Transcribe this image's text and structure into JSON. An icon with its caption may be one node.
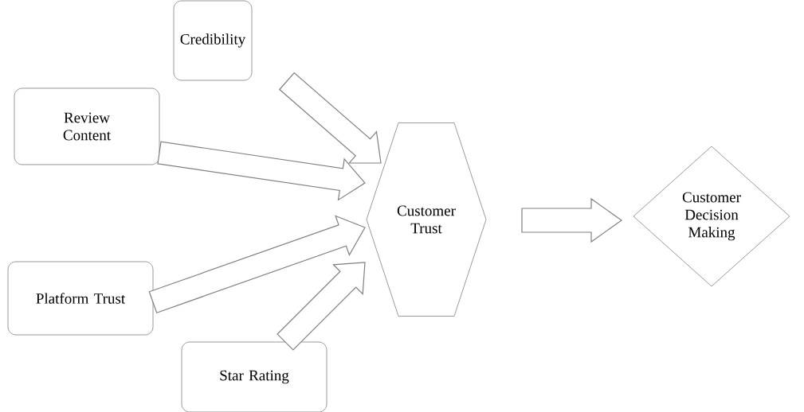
{
  "diagram": {
    "nodes": [
      {
        "text": [
          "Credibility"
        ]
      },
      {
        "text": [
          "Review Content"
        ]
      },
      {
        "text": [
          "Platform Trust"
        ]
      },
      {
        "text": [
          "Star Rating"
        ]
      },
      {
        "text": [
          "Customer Trust"
        ]
      },
      {
        "text": [
          "Customer Decision Making"
        ]
      }
    ],
    "edges": [
      {
        "from": 0,
        "to": 4,
        "arrow": "to"
      },
      {
        "from": 1,
        "to": 4,
        "arrow": "to"
      },
      {
        "from": 2,
        "to": 4,
        "arrow": "to"
      },
      {
        "from": 3,
        "to": 4,
        "arrow": "to"
      },
      {
        "from": 4,
        "to": 5,
        "arrow": "to"
      }
    ]
  }
}
